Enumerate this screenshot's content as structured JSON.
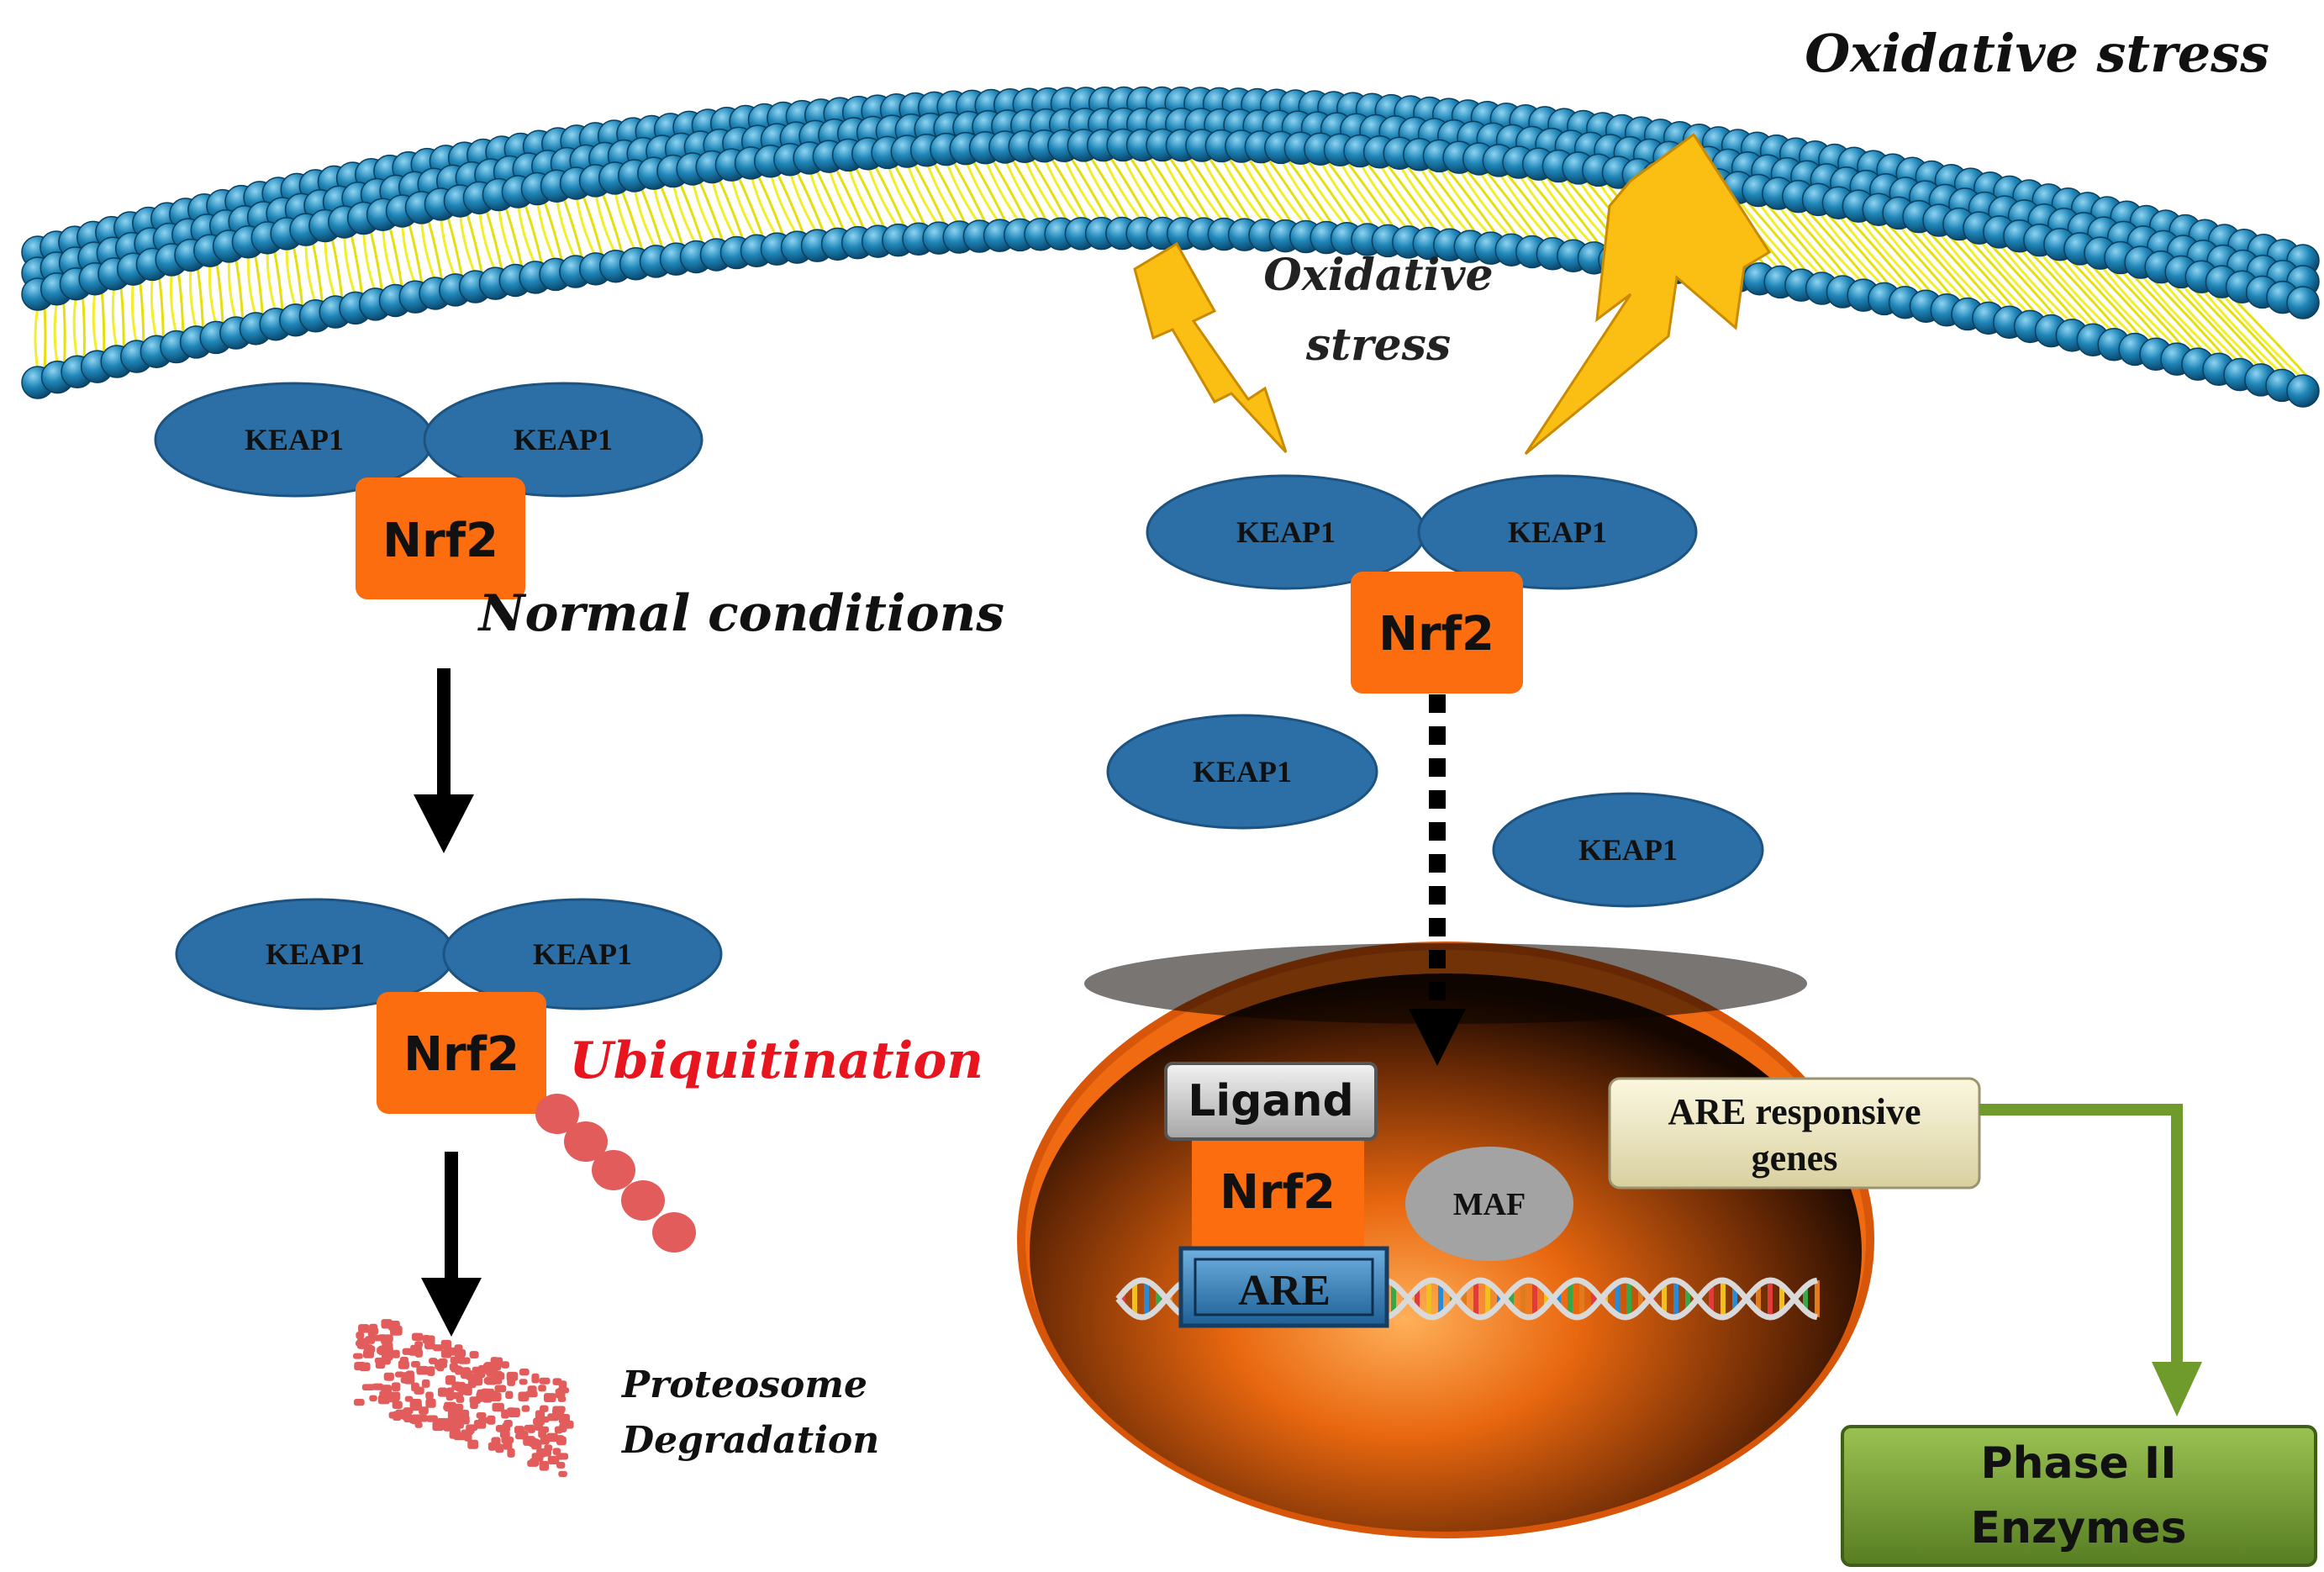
{
  "title": "Oxidative stress",
  "left_panel": {
    "keap1_top_left": "KEAP1",
    "keap1_top_right": "KEAP1",
    "nrf2_top": "Nrf2",
    "normal_conditions": "Normal conditions",
    "keap1_mid_left": "KEAP1",
    "keap1_mid_right": "KEAP1",
    "nrf2_mid": "Nrf2",
    "ubiquitination": "Ubiquitination",
    "degradation_line1": "Proteosome",
    "degradation_line2": "Degradation"
  },
  "right_panel": {
    "stress_label_line1": "Oxidative",
    "stress_label_line2": "stress",
    "keap1_left": "KEAP1",
    "keap1_right": "KEAP1",
    "nrf2": "Nrf2",
    "keap1_free_1": "KEAP1",
    "keap1_free_2": "KEAP1"
  },
  "nucleus": {
    "ligand": "Ligand",
    "nrf2": "Nrf2",
    "maf": "MAF",
    "are": "ARE",
    "are_genes_line1": "ARE responsive",
    "are_genes_line2": "genes"
  },
  "output": {
    "line1": "Phase II",
    "line2": "Enzymes"
  },
  "colors": {
    "keap1": "#2b6fa6",
    "nrf2": "#fb6d0e",
    "lightning": "#fbbf13",
    "membrane_head": "#1f86b8",
    "membrane_tail": "#f5f01e",
    "ubiquitin": "#e25c5c",
    "ubiquitination_text": "#e8141e",
    "phase2_box": "#6c9a2e",
    "arrow_green": "#6f9b2c"
  }
}
